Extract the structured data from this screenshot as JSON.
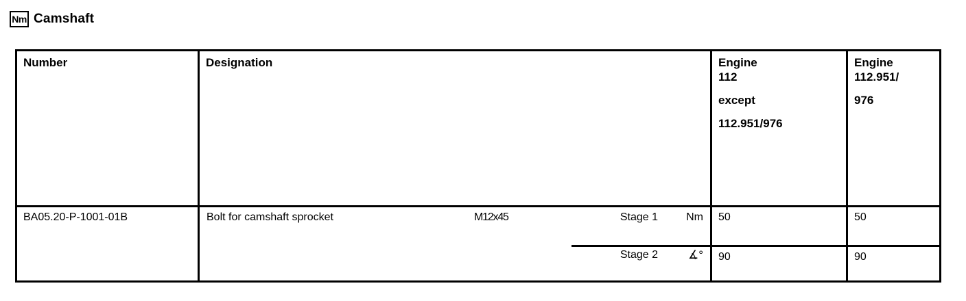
{
  "header": {
    "unit_icon_label": "Nm",
    "unit_icon_name": "nm-icon",
    "title": "Camshaft"
  },
  "table": {
    "columns": [
      {
        "key": "number",
        "label": "Number"
      },
      {
        "key": "designation",
        "label": "Designation"
      },
      {
        "key": "engine_a",
        "label_lines": [
          "Engine",
          "112",
          "except",
          "112.951/976"
        ]
      },
      {
        "key": "engine_b",
        "label_lines": [
          "Engine",
          "112.951/",
          "976"
        ]
      }
    ],
    "column_headers": {
      "number": "Number",
      "designation": "Designation",
      "engine_a_line1": "Engine",
      "engine_a_line2": "112",
      "engine_a_line3": "except",
      "engine_a_line4": "112.951/976",
      "engine_b_line1": "Engine",
      "engine_b_line2": "112.951/",
      "engine_b_line3": "976"
    },
    "rows": [
      {
        "number": "BA05.20-P-1001-01B",
        "designation": "Bolt for camshaft sprocket",
        "thread": "M12x45",
        "stages": [
          {
            "stage_label": "Stage 1",
            "unit": "Nm",
            "engine_a_value": "50",
            "engine_b_value": "50"
          },
          {
            "stage_label": "Stage 2",
            "unit": "∡°",
            "engine_a_value": "90",
            "engine_b_value": "90"
          }
        ]
      }
    ]
  }
}
